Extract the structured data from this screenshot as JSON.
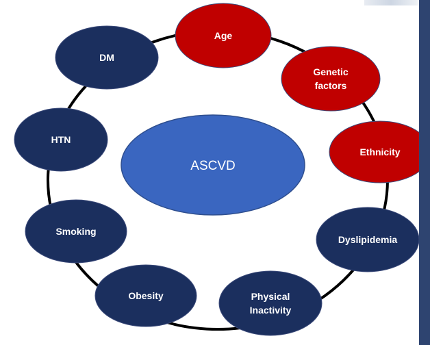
{
  "center": {
    "label": "ASCVD",
    "color": "#3a66c0"
  },
  "factors": [
    {
      "id": "age",
      "lines": [
        "Age"
      ],
      "color": "#c00000"
    },
    {
      "id": "genetic-factors",
      "lines": [
        "Genetic",
        "factors"
      ],
      "color": "#c00000"
    },
    {
      "id": "ethnicity",
      "lines": [
        "Ethnicity"
      ],
      "color": "#c00000"
    },
    {
      "id": "dyslipidemia",
      "lines": [
        "Dyslipidemia"
      ],
      "color": "#1b2f5e"
    },
    {
      "id": "physical-inactivity",
      "lines": [
        "Physical",
        "Inactivity"
      ],
      "color": "#1b2f5e"
    },
    {
      "id": "obesity",
      "lines": [
        "Obesity"
      ],
      "color": "#1b2f5e"
    },
    {
      "id": "smoking",
      "lines": [
        "Smoking"
      ],
      "color": "#1b2f5e"
    },
    {
      "id": "htn",
      "lines": [
        "HTN"
      ],
      "color": "#1b2f5e"
    },
    {
      "id": "dm",
      "lines": [
        "DM"
      ],
      "color": "#1b2f5e"
    }
  ]
}
